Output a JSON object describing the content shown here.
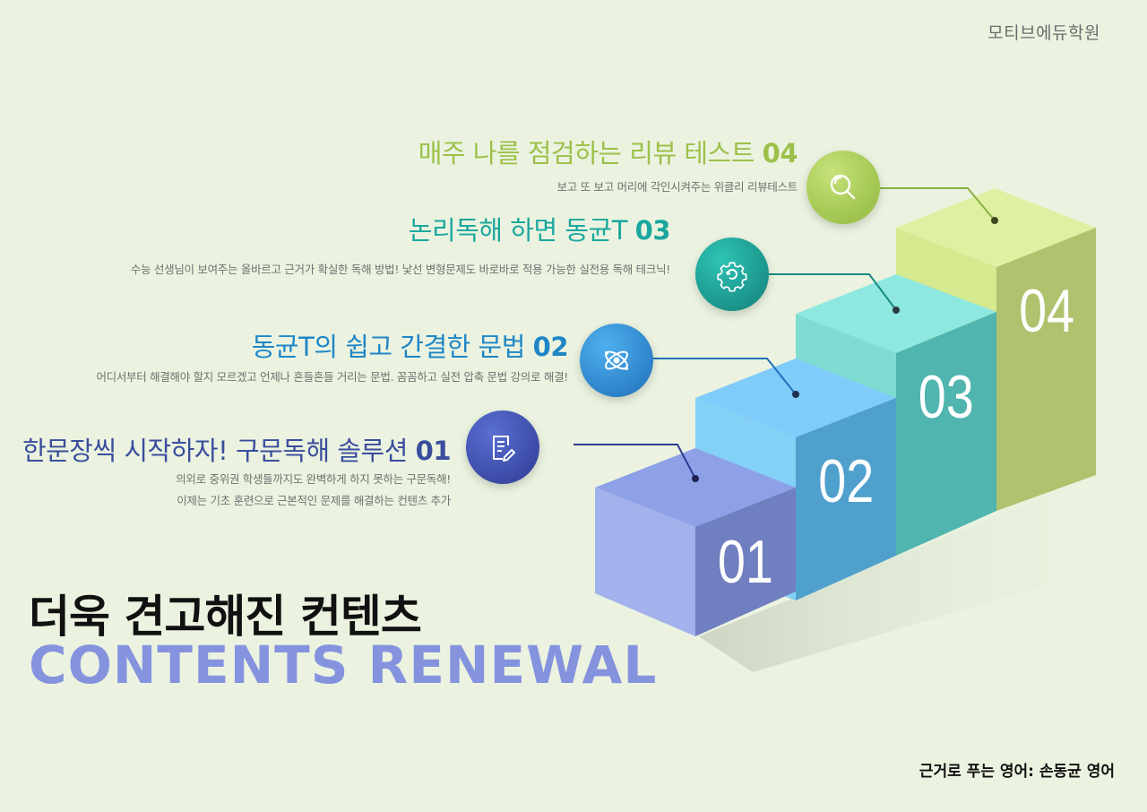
{
  "brand": "모티브에듀학원",
  "steps": [
    {
      "title": "한문장씩 시작하자! 구문독해 솔루션",
      "num": "01",
      "desc": [
        "의외로 중위권 학생들까지도 완벽하게 하지 못하는 구문독해!",
        "이제는 기초 훈련으로 근본적인 문제를 해결하는 컨텐츠 추가"
      ],
      "icon": "document-edit-icon",
      "color": "#3a4e9d"
    },
    {
      "title": "동균T의 쉽고 간결한 문법",
      "num": "02",
      "desc": [
        "어디서부터 해결해야 할지 모르겠고 언제나 흔들흔들 거리는 문법. 꼼꼼하고 실전 압축 문법 강의로 해결!"
      ],
      "icon": "atom-icon",
      "color": "#1f86c6"
    },
    {
      "title": "논리독해 하면 동균T",
      "num": "03",
      "desc": [
        "수능 선생님이 보여주는 올바르고 근거가 확실한 독해 방법! 낯선 변형문제도 바로바로 적용 가능한 실전용 독해 테크닉!"
      ],
      "icon": "gear-icon",
      "color": "#1ba79d"
    },
    {
      "title": "매주 나를 점검하는 리뷰 테스트",
      "num": "04",
      "desc": [
        "보고 또 보고 머리에 각인시켜주는 위클리 리뷰테스트"
      ],
      "icon": "search-icon",
      "color": "#9cc04a"
    }
  ],
  "stair_labels": [
    "01",
    "02",
    "03",
    "04"
  ],
  "heading_ko": "더욱 견고해진 컨텐츠",
  "heading_en": "CONTENTS RENEWAL",
  "footer": "근거로 푸는 영어: 손동균 영어"
}
